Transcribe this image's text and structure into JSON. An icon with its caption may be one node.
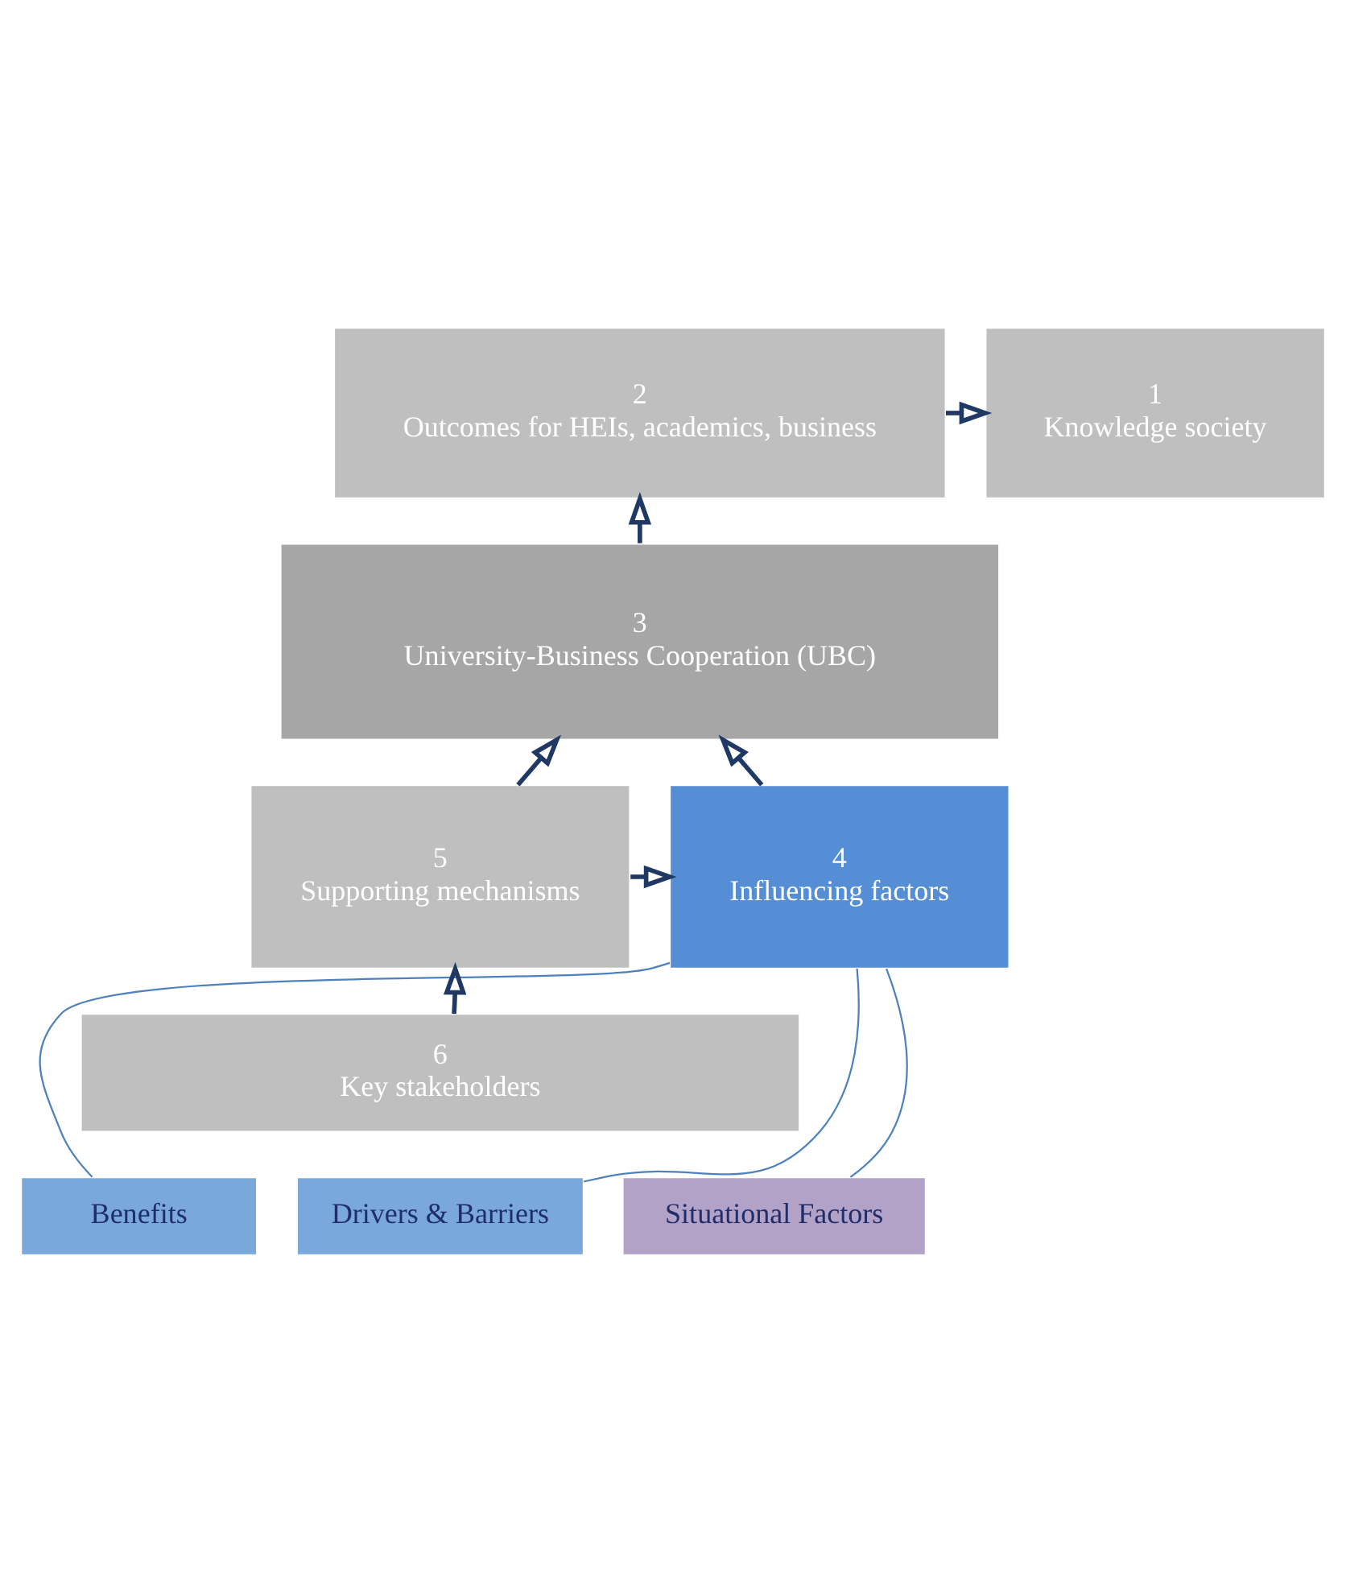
{
  "diagram": {
    "nodes": [
      {
        "text": [
          "2",
          "Outcomes for HEIs, academics, business"
        ]
      },
      {
        "text": [
          "1",
          "Knowledge society"
        ]
      },
      {
        "text": [
          "3",
          "University-Business Cooperation (UBC)"
        ]
      },
      {
        "text": [
          "4",
          "Influencing factors"
        ]
      },
      {
        "text": [
          "5",
          "Supporting mechanisms"
        ]
      },
      {
        "text": [
          "6",
          "Key stakeholders"
        ]
      },
      {
        "text": [
          "Benefits"
        ]
      },
      {
        "text": [
          "Drivers & Barriers"
        ]
      },
      {
        "text": [
          "Situational Factors"
        ]
      }
    ],
    "edges": [
      {
        "from": 0,
        "to": 1,
        "arrow": "to"
      },
      {
        "from": 2,
        "to": 0,
        "arrow": "to"
      },
      {
        "from": 3,
        "to": 2,
        "arrow": "to"
      },
      {
        "from": 4,
        "to": 2,
        "arrow": "to"
      },
      {
        "from": 4,
        "to": 3,
        "arrow": "to"
      },
      {
        "from": 5,
        "to": 4,
        "arrow": "to"
      },
      {
        "from": 3,
        "to": 6,
        "arrow": "none",
        "color": "#4f81bd"
      },
      {
        "from": 3,
        "to": 7,
        "arrow": "none",
        "color": "#4f81bd"
      },
      {
        "from": 3,
        "to": 8,
        "arrow": "none",
        "color": "#4f81bd"
      }
    ]
  }
}
